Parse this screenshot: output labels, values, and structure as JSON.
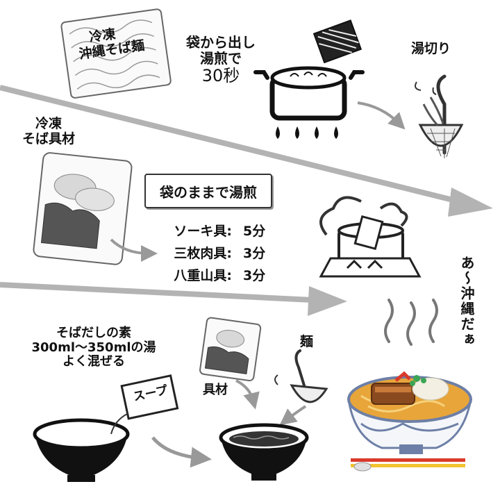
{
  "step1": {
    "package": [
      "冷凍",
      "沖縄そば麺"
    ],
    "instruction": [
      "袋から出し",
      "湯煎で",
      "30秒"
    ],
    "drain": "湯切り"
  },
  "step2": {
    "ingredient_label": [
      "冷凍",
      "そば具材"
    ],
    "method_box": "袋のままで湯煎",
    "times": [
      {
        "name": "ソーキ具:",
        "time": "5分"
      },
      {
        "name": "三枚肉具:",
        "time": "3分"
      },
      {
        "name": "八重山具:",
        "time": "3分"
      }
    ]
  },
  "step3": {
    "soup_instruction": [
      "そばだしの素",
      "300ml～350mlの湯",
      "よく混ぜる"
    ],
    "soup_tag": "スープ",
    "toppings": "具材",
    "noodles": "麺",
    "exclaim": "あ～沖縄だぁ"
  },
  "colors": {
    "arrow": "#b3b3b3",
    "ink": "#111111",
    "pot": "#ffffff",
    "chopstick_red": "#d93a2b",
    "chopstick_yellow": "#f2c230",
    "broth": "#e8a53a"
  }
}
